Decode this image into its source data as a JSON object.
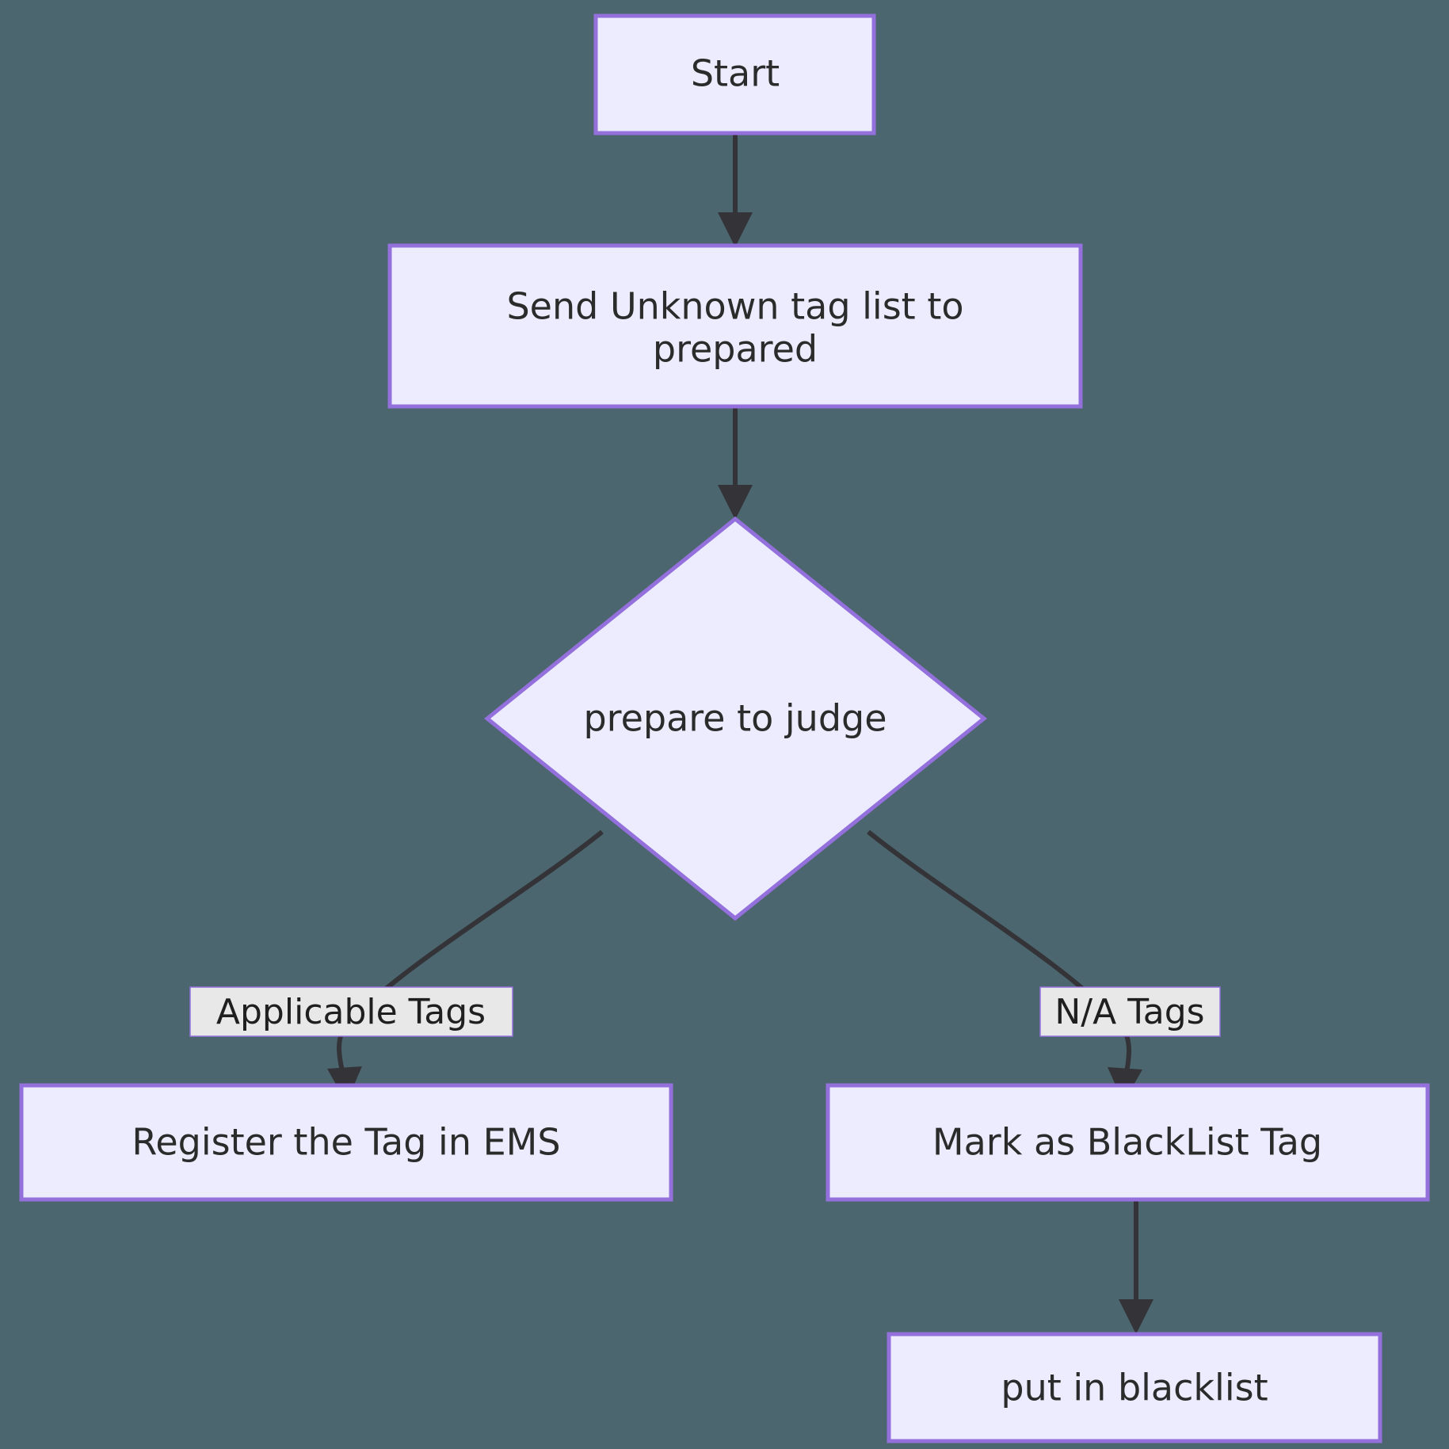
{
  "diagram": {
    "type": "flowchart",
    "direction": "top-down",
    "background_color": "#4c666f",
    "node_fill_color": "#ececfe",
    "node_border_color": "#9370db",
    "edge_color": "#333338",
    "edge_label_bg_color": "#e8e8e8",
    "text_color": "#2b2b2b"
  },
  "nodes": [
    {
      "id": "start",
      "label": "Start",
      "shape": "rectangle"
    },
    {
      "id": "send",
      "label_line1": "Send Unknown tag list to",
      "label_line2": "prepared",
      "shape": "rectangle"
    },
    {
      "id": "judge",
      "label": "prepare to judge",
      "shape": "diamond"
    },
    {
      "id": "register",
      "label": "Register the Tag in EMS",
      "shape": "rectangle"
    },
    {
      "id": "mark",
      "label": "Mark as BlackList Tag",
      "shape": "rectangle"
    },
    {
      "id": "blacklist",
      "label": "put in blacklist",
      "shape": "rectangle"
    }
  ],
  "edges": [
    {
      "from": "start",
      "to": "send",
      "label": ""
    },
    {
      "from": "send",
      "to": "judge",
      "label": ""
    },
    {
      "from": "judge",
      "to": "register",
      "label": "Applicable Tags"
    },
    {
      "from": "judge",
      "to": "mark",
      "label": "N/A Tags"
    },
    {
      "from": "mark",
      "to": "blacklist",
      "label": ""
    }
  ],
  "edge_labels": {
    "applicable": "Applicable Tags",
    "na": "N/A Tags"
  }
}
